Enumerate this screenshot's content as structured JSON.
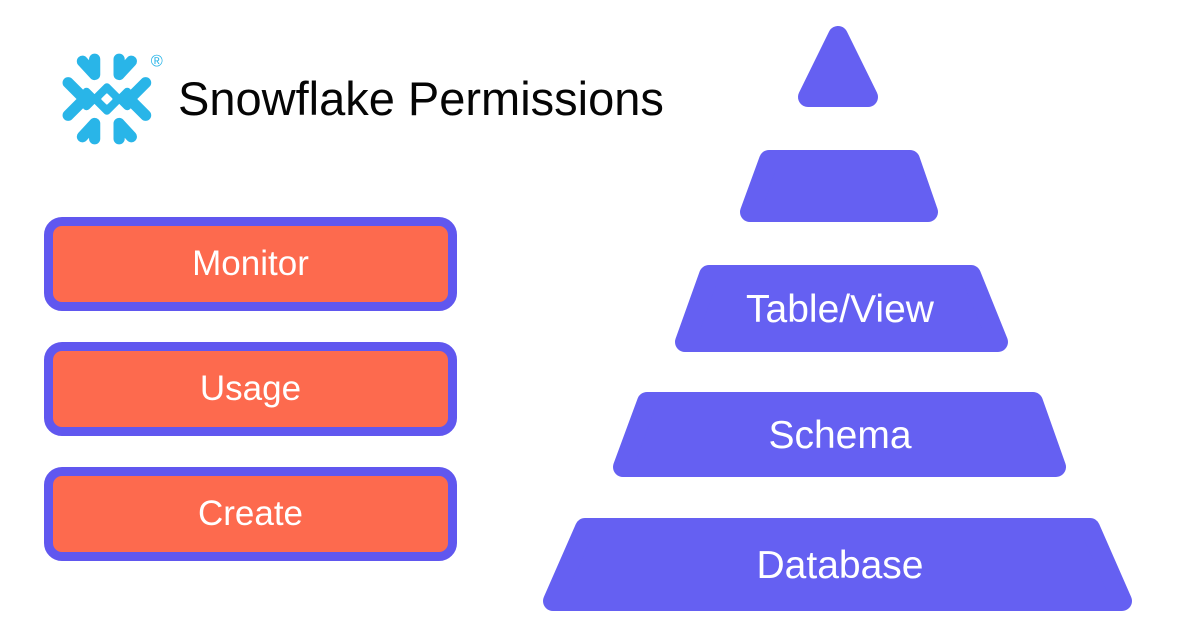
{
  "title": "Snowflake Permissions",
  "logo": {
    "name": "snowflake-logo",
    "registered_mark": "®",
    "color": "#29B5E8"
  },
  "colors": {
    "snowflake_blue": "#29B5E8",
    "button_orange": "#FD6A4E",
    "border_purple": "#6057EF",
    "pyramid_purple": "#6560F2",
    "label_white": "#FFFFFF",
    "title_black": "#050505"
  },
  "permission_buttons": [
    {
      "label": "Monitor"
    },
    {
      "label": "Usage"
    },
    {
      "label": "Create"
    }
  ],
  "pyramid_levels": [
    {
      "label": ""
    },
    {
      "label": ""
    },
    {
      "label": "Table/View"
    },
    {
      "label": "Schema"
    },
    {
      "label": "Database"
    }
  ]
}
